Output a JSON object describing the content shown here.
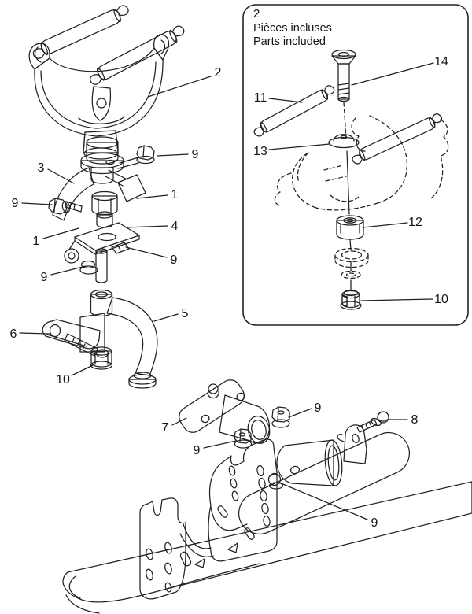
{
  "inset": {
    "number": "2",
    "title_fr": "Pièces incluses",
    "title_en": "Parts included"
  },
  "colors": {
    "line": "#222222",
    "leader": "#333333",
    "dark_fill": "#2e2e2e",
    "background": "#ffffff"
  },
  "callouts": [
    {
      "label": "2",
      "text": [
        277,
        91
      ],
      "line": [
        268,
        97,
        188,
        123
      ]
    },
    {
      "label": "9",
      "text": [
        248,
        195
      ],
      "line": [
        239,
        196,
        200,
        198
      ]
    },
    {
      "label": "3",
      "text": [
        52,
        212
      ],
      "line": [
        61,
        215,
        94,
        233
      ]
    },
    {
      "label": "1",
      "text": [
        222,
        246
      ],
      "line": [
        213,
        248,
        174,
        252
      ]
    },
    {
      "label": "9",
      "text": [
        19,
        257
      ],
      "line": [
        28,
        258,
        66,
        260
      ]
    },
    {
      "label": "4",
      "text": [
        222,
        286
      ],
      "line": [
        213,
        287,
        160,
        289
      ]
    },
    {
      "label": "1",
      "text": [
        46,
        305
      ],
      "line": [
        55,
        303,
        100,
        290
      ]
    },
    {
      "label": "9",
      "text": [
        221,
        329
      ],
      "line": [
        212,
        327,
        160,
        314
      ]
    },
    {
      "label": "9",
      "text": [
        56,
        351
      ],
      "line": [
        65,
        349,
        109,
        338
      ]
    },
    {
      "label": "5",
      "text": [
        235,
        397
      ],
      "line": [
        226,
        399,
        196,
        408
      ]
    },
    {
      "label": "6",
      "text": [
        17,
        423
      ],
      "line": [
        25,
        423,
        63,
        424
      ]
    },
    {
      "label": "10",
      "text": [
        80,
        481
      ],
      "line": [
        91,
        477,
        118,
        464
      ]
    },
    {
      "label": "7",
      "text": [
        210,
        542
      ],
      "line": [
        219,
        540,
        237,
        531
      ]
    },
    {
      "label": "9",
      "text": [
        404,
        517
      ],
      "line": [
        396,
        519,
        367,
        530
      ]
    },
    {
      "label": "8",
      "text": [
        527,
        532
      ],
      "line": [
        518,
        533,
        493,
        533
      ]
    },
    {
      "label": "9",
      "text": [
        250,
        571
      ],
      "line": [
        259,
        569,
        300,
        560
      ]
    },
    {
      "label": "9",
      "text": [
        476,
        663
      ],
      "line": [
        467,
        660,
        355,
        613
      ]
    },
    {
      "label": "14",
      "text": [
        561,
        77
      ],
      "line": [
        551,
        80,
        447,
        108
      ]
    },
    {
      "label": "11",
      "text": [
        331,
        123
      ],
      "line": [
        342,
        125,
        384,
        130
      ]
    },
    {
      "label": "13",
      "text": [
        331,
        191
      ],
      "line": [
        342,
        190,
        419,
        183
      ]
    },
    {
      "label": "12",
      "text": [
        528,
        281
      ],
      "line": [
        518,
        283,
        461,
        289
      ]
    },
    {
      "label": "10",
      "text": [
        561,
        379
      ],
      "line": [
        550,
        380,
        459,
        382
      ]
    }
  ]
}
